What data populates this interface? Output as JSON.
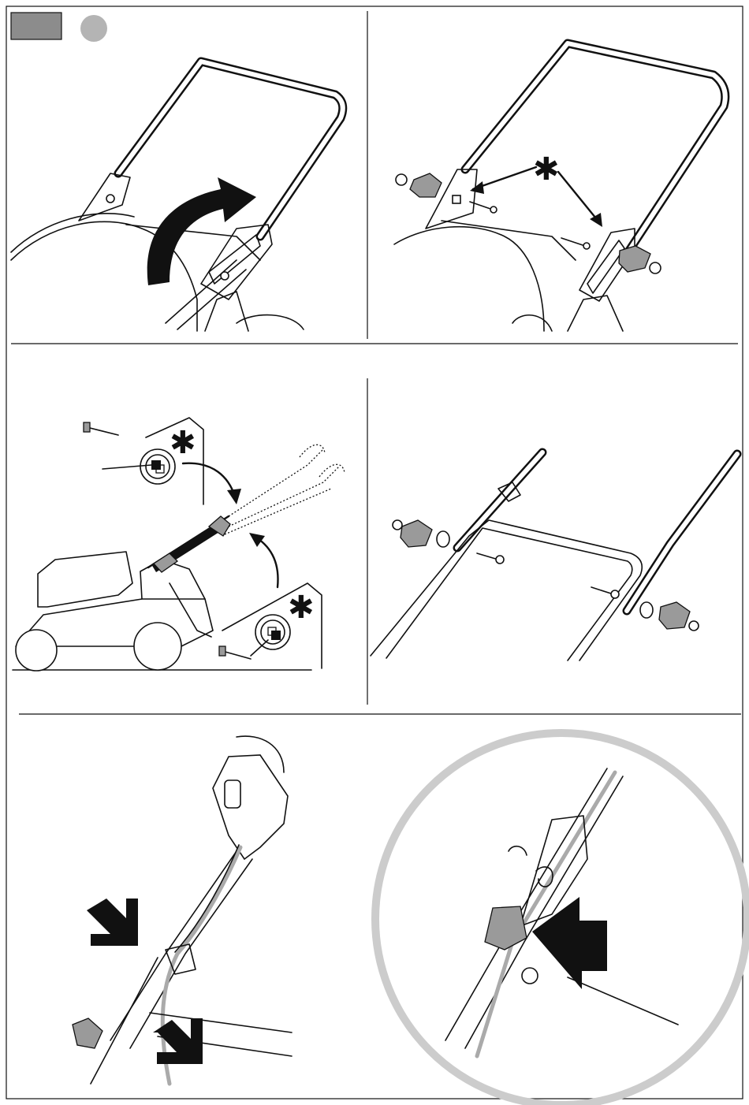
{
  "figure": {
    "step_badge_color": "#8c8c8c",
    "step_dot_color": "#b4b4b4",
    "callout_ring_color": "#cccccc",
    "marker_symbol": "✱"
  },
  "panels": [
    {
      "id": "fold-up-handle"
    },
    {
      "id": "upper-handle-mount"
    },
    {
      "id": "height-adjust"
    },
    {
      "id": "lower-handle-bolts"
    },
    {
      "id": "cable-routing"
    },
    {
      "id": "cable-clip-detail"
    }
  ]
}
